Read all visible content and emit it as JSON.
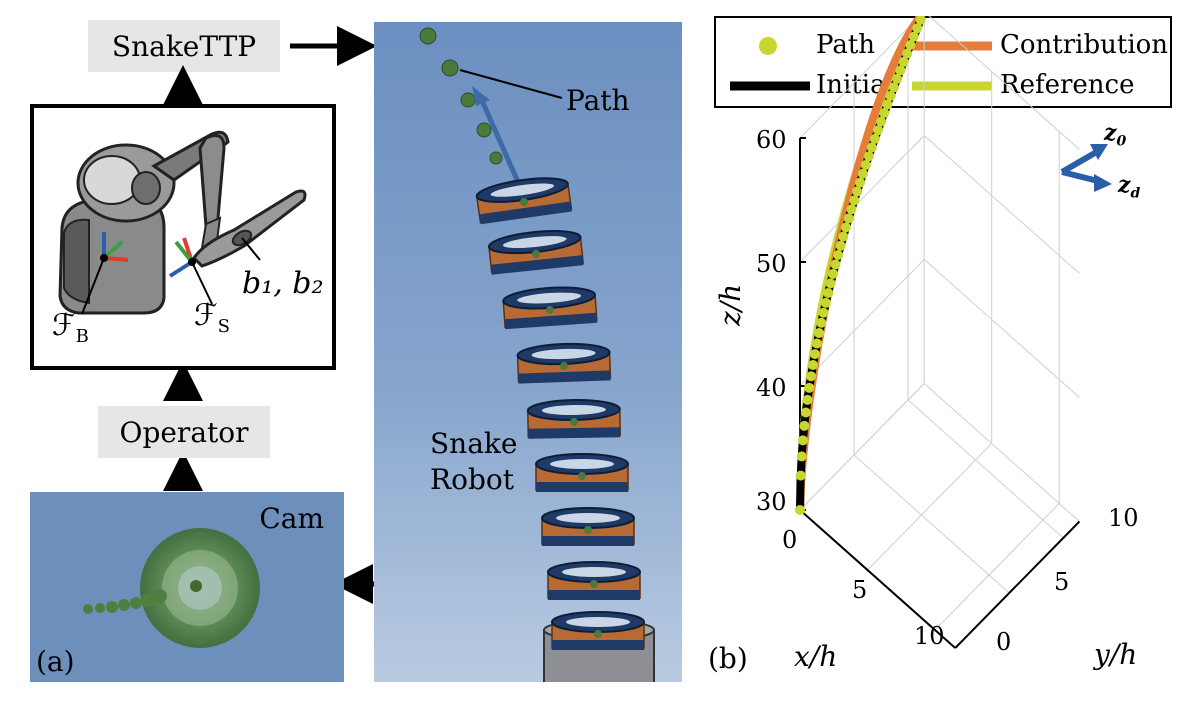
{
  "left": {
    "top_box": "SnakeTTP",
    "operator_box": "Operator",
    "frame_b": "ℱ",
    "frame_b_sub": "B",
    "frame_s": "ℱ",
    "frame_s_sub": "S",
    "buttons": "b₁, b₂",
    "cam_label": "Cam",
    "panel_a": "(a)"
  },
  "middle": {
    "path_label": "Path",
    "robot_label_1": "Snake",
    "robot_label_2": "Robot"
  },
  "right": {
    "panel_b": "(b)",
    "z_axis_label": "z/h",
    "x_axis_label": "x/h",
    "y_axis_label": "y/h",
    "z0_label": "z",
    "z0_sub": "0",
    "zd_label": "z",
    "zd_sub": "d"
  },
  "colors": {
    "path": "#c8d630",
    "contribution": "#e57c3a",
    "initial": "#000000",
    "reference": "#c8d630",
    "arrow": "#2a5ea8",
    "sim_bg": "#6f93c3",
    "box_gray": "#e6e6e6"
  },
  "chart_data": {
    "type": "line",
    "title": "",
    "zlabel": "z/h",
    "xlabel": "x/h",
    "ylabel": "y/h",
    "zlim": [
      30,
      60
    ],
    "xlim": [
      0,
      10
    ],
    "ylim": [
      0,
      10
    ],
    "z_ticks": [
      "30",
      "40",
      "50",
      "60"
    ],
    "x_ticks": [
      "0",
      "5",
      "10"
    ],
    "y_ticks": [
      "0",
      "5",
      "10"
    ],
    "grid": true,
    "legend_position": "top",
    "legend": [
      "Path",
      "Contribution",
      "Initial",
      "Reference"
    ],
    "series": [
      {
        "name": "Path",
        "style": "dots"
      },
      {
        "name": "Contribution",
        "style": "line"
      },
      {
        "name": "Initial",
        "style": "line"
      },
      {
        "name": "Reference",
        "style": "line"
      }
    ]
  }
}
